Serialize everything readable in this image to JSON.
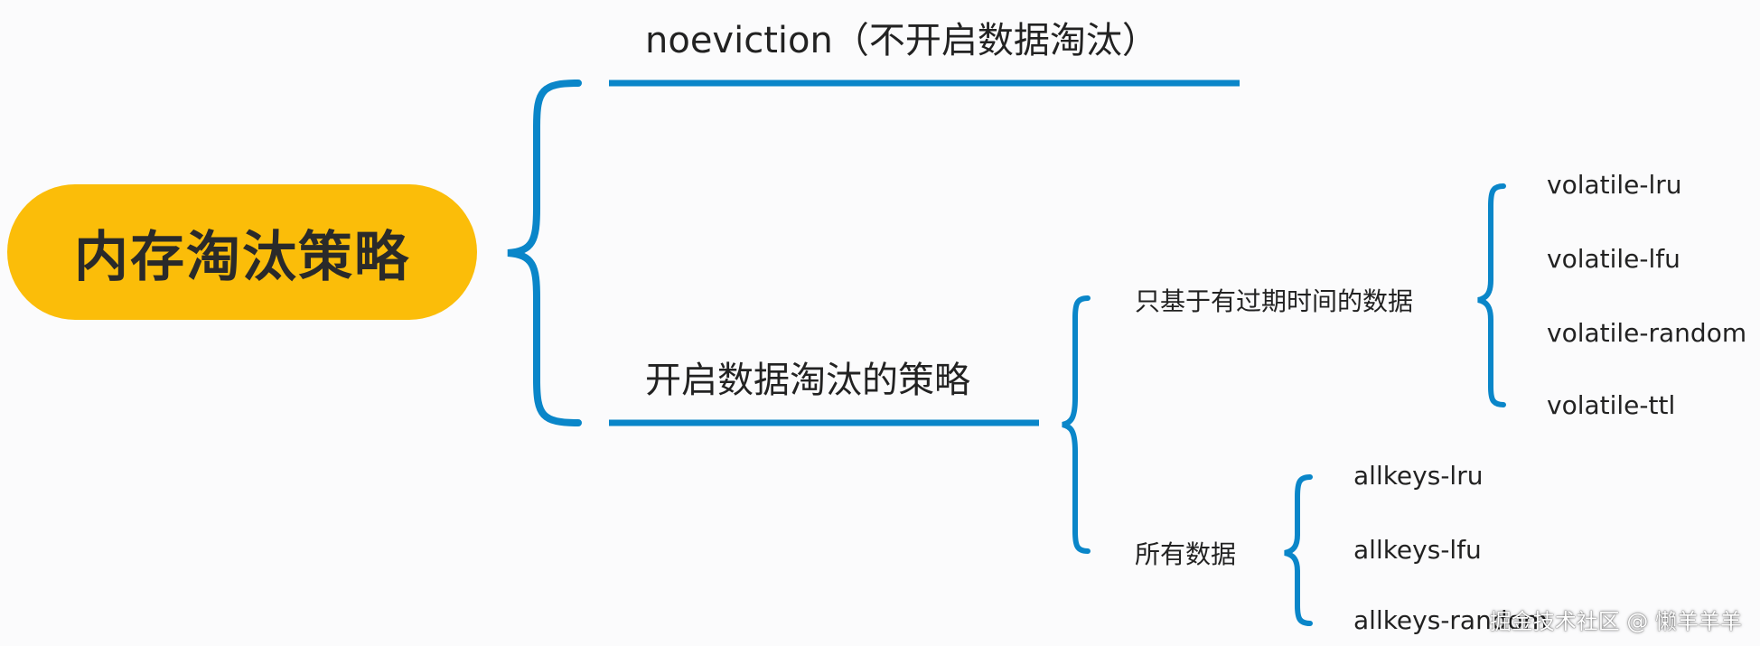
{
  "colors": {
    "root_fill": "#fbbd09",
    "line": "#0a86c9",
    "background": "#fbfbfc"
  },
  "root": {
    "label": "内存淘汰策略"
  },
  "branches": {
    "noeviction": "noeviction（不开启数据淘汰）",
    "enable": "开启数据淘汰的策略"
  },
  "subbranches": {
    "expire": "只基于有过期时间的数据",
    "all": "所有数据"
  },
  "volatile": [
    "volatile-lru",
    "volatile-lfu",
    "volatile-random",
    "volatile-ttl"
  ],
  "allkeys": [
    "allkeys-lru",
    "allkeys-lfu",
    "allkeys-random"
  ],
  "watermark": "掘金技术社区 @ 懒羊羊羊"
}
